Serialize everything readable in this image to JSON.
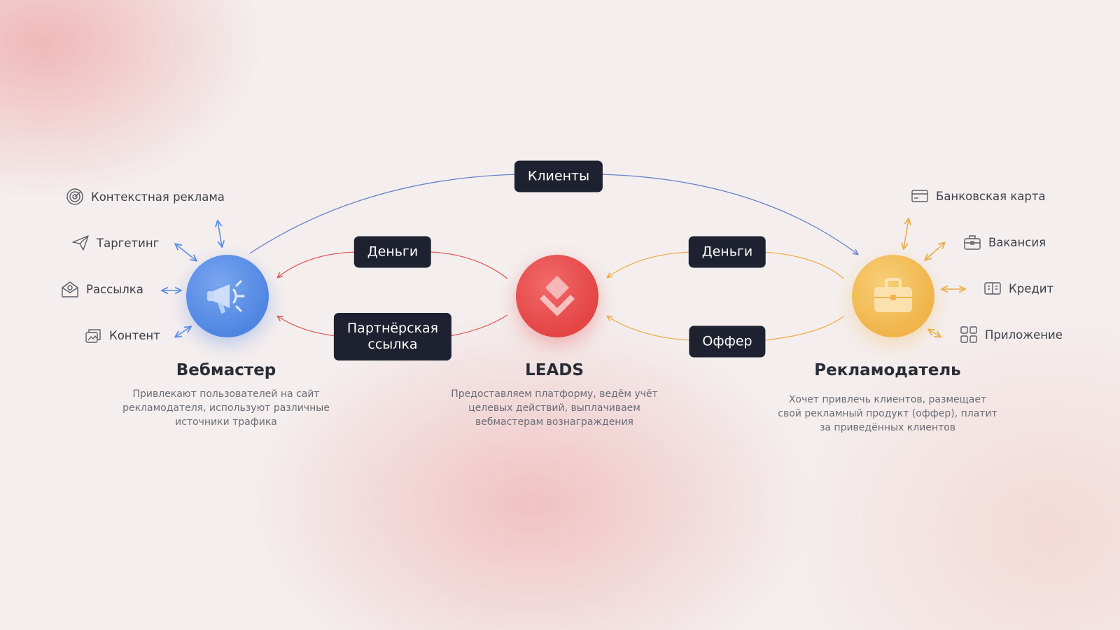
{
  "pills": {
    "clients": "Клиенты",
    "money_left": "Деньги",
    "partner_link": "Партнёрская\nссылка",
    "money_right": "Деньги",
    "offer": "Оффер"
  },
  "webmaster": {
    "title": "Вебмастер",
    "description": "Привлекают пользователей на сайт рекламодателя, используют различные источники трафика",
    "icon": "megaphone-icon",
    "color": "#5b8fe6",
    "sources": [
      {
        "label": "Контекстная реклама",
        "icon": "target-icon"
      },
      {
        "label": "Таргетинг",
        "icon": "paper-plane-icon"
      },
      {
        "label": "Рассылка",
        "icon": "envelope-icon"
      },
      {
        "label": "Контент",
        "icon": "content-icon"
      }
    ]
  },
  "leads": {
    "title": "LEADS",
    "description": "Предоставляем платформу, ведём учёт целевых действий, выплачиваем вебмастерам вознаграждения",
    "icon": "leads-logo-icon",
    "color": "#ea4d4d"
  },
  "advertiser": {
    "title": "Рекламодатель",
    "description": "Хочет привлечь клиентов, размещает свой рекламный продукт (оффер), платит за приведённых клиентов",
    "icon": "briefcase-icon",
    "color": "#f3bd55",
    "products": [
      {
        "label": "Банковская карта",
        "icon": "bank-card-icon"
      },
      {
        "label": "Вакансия",
        "icon": "briefcase-small-icon"
      },
      {
        "label": "Кредит",
        "icon": "credit-icon"
      },
      {
        "label": "Приложение",
        "icon": "app-grid-icon"
      }
    ]
  },
  "colors": {
    "clients_arc": "#6a82c9",
    "money_left_arc": "#e05a5a",
    "advertiser_arc": "#eeae48",
    "webmaster_arrows": "#5b8fe6",
    "advertiser_arrows": "#eeae48"
  }
}
